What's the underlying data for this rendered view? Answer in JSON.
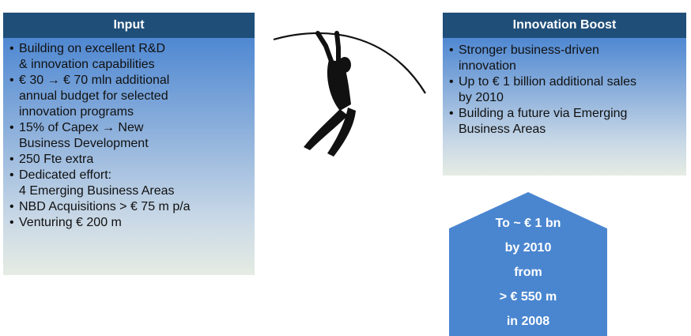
{
  "input": {
    "title": "Input",
    "items": [
      [
        "Building on excellent R&D",
        "& innovation capabilities"
      ],
      [
        "€ 30 → € 70 mln additional",
        "annual budget for selected",
        "innovation programs"
      ],
      [
        "15% of Capex → New",
        "Business Development"
      ],
      [
        "250 Fte extra"
      ],
      [
        "Dedicated effort:",
        "4 Emerging Business Areas"
      ],
      [
        "NBD Acquisitions > € 75 m p/a"
      ],
      [
        "Venturing € 200 m"
      ]
    ]
  },
  "boost": {
    "title": "Innovation Boost",
    "items": [
      [
        "Stronger business-driven",
        "innovation"
      ],
      [
        "Up to € 1 billion additional sales",
        "by 2010"
      ],
      [
        "Building a future via Emerging",
        "Business Areas"
      ]
    ]
  },
  "target": {
    "lines": [
      "To ~ € 1 bn",
      "by 2010",
      "from",
      "> € 550 m",
      "in 2008"
    ]
  },
  "colors": {
    "header": "#1f4e79",
    "gradient_top": "#4f88d2",
    "gradient_bottom": "#e6ece4",
    "target_fill": "#4a86d0"
  },
  "figure": {
    "icon": "pole-vaulter-icon"
  }
}
